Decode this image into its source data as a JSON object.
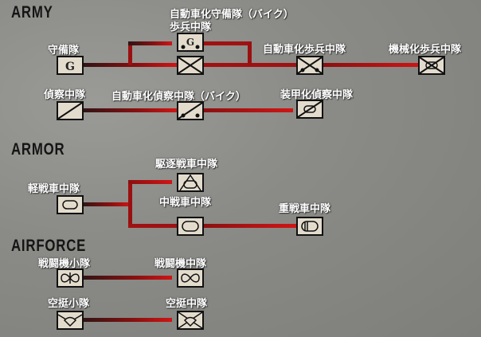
{
  "sections": {
    "army": "ARMY",
    "armor": "ARMOR",
    "airforce": "AIRFORCE"
  },
  "army": {
    "garrison": "守備隊",
    "moto_garrison_line1": "自動車化守備隊（バイク）",
    "moto_garrison_line2": "歩兵中隊",
    "motorized_infantry": "自動車化歩兵中隊",
    "mechanized_infantry": "機械化歩兵中隊",
    "recon": "偵察中隊",
    "moto_recon": "自動車化偵察中隊（バイク）",
    "armored_recon": "装甲化偵察中隊"
  },
  "armor": {
    "light": "軽戦車中隊",
    "destroyer": "駆逐戦車中隊",
    "medium": "中戦車中隊",
    "heavy": "重戦車中隊"
  },
  "airforce": {
    "fighter_platoon": "戦闘機小隊",
    "fighter_company": "戦闘機中隊",
    "airborne_platoon": "空挺小隊",
    "airborne_company": "空挺中隊"
  },
  "colors": {
    "line_start": "#2e1414",
    "line_end": "#d01515",
    "unit_bg": "#e3dccd"
  }
}
